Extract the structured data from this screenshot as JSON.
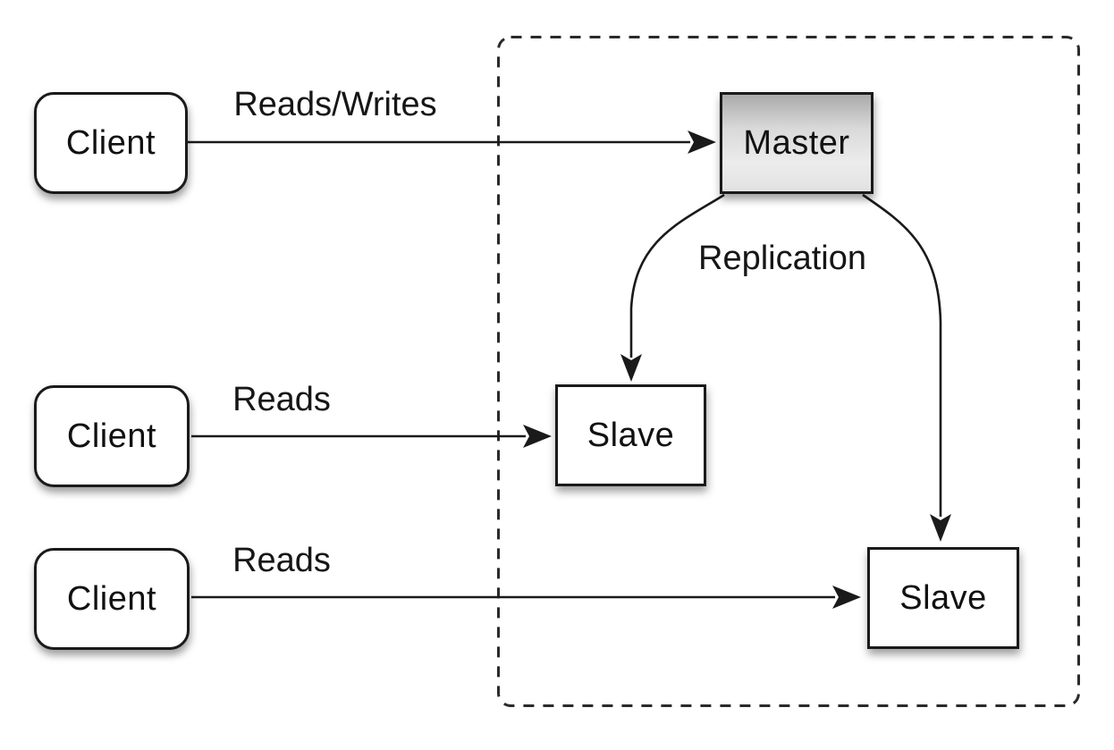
{
  "diagram": {
    "type": "master-slave-replication",
    "background": "#ffffff",
    "nodes": [
      {
        "id": "client-1",
        "label": "Client",
        "shape": "rounded-rect",
        "fill": "#ffffff"
      },
      {
        "id": "client-2",
        "label": "Client",
        "shape": "rounded-rect",
        "fill": "#ffffff"
      },
      {
        "id": "client-3",
        "label": "Client",
        "shape": "rounded-rect",
        "fill": "#ffffff"
      },
      {
        "id": "master",
        "label": "Master",
        "shape": "rect",
        "fill": "gray-gradient"
      },
      {
        "id": "slave-1",
        "label": "Slave",
        "shape": "rect",
        "fill": "#ffffff"
      },
      {
        "id": "slave-2",
        "label": "Slave",
        "shape": "rect",
        "fill": "#ffffff"
      }
    ],
    "edges": [
      {
        "from": "client-1",
        "to": "master",
        "label": "Reads/Writes",
        "style": "straight-arrow"
      },
      {
        "from": "client-2",
        "to": "slave-1",
        "label": "Reads",
        "style": "straight-arrow"
      },
      {
        "from": "client-3",
        "to": "slave-2",
        "label": "Reads",
        "style": "straight-arrow"
      },
      {
        "from": "master",
        "to": "slave-1",
        "label": "Replication",
        "style": "curved-arrow"
      },
      {
        "from": "master",
        "to": "slave-2",
        "label": "",
        "style": "curved-arrow"
      }
    ],
    "cluster": {
      "style": "dashed-rounded-rect",
      "contains": [
        "master",
        "slave-1",
        "slave-2"
      ]
    },
    "colors": {
      "background": "#ffffff",
      "node_border": "#1a1a1a",
      "node_fill": "#ffffff",
      "master_gradient_top": "#aaaaaa",
      "master_gradient_bottom": "#ececec",
      "arrow_stroke": "#1a1a1a",
      "cluster_dash_stroke": "#2a2a2a",
      "text": "#161616"
    }
  }
}
